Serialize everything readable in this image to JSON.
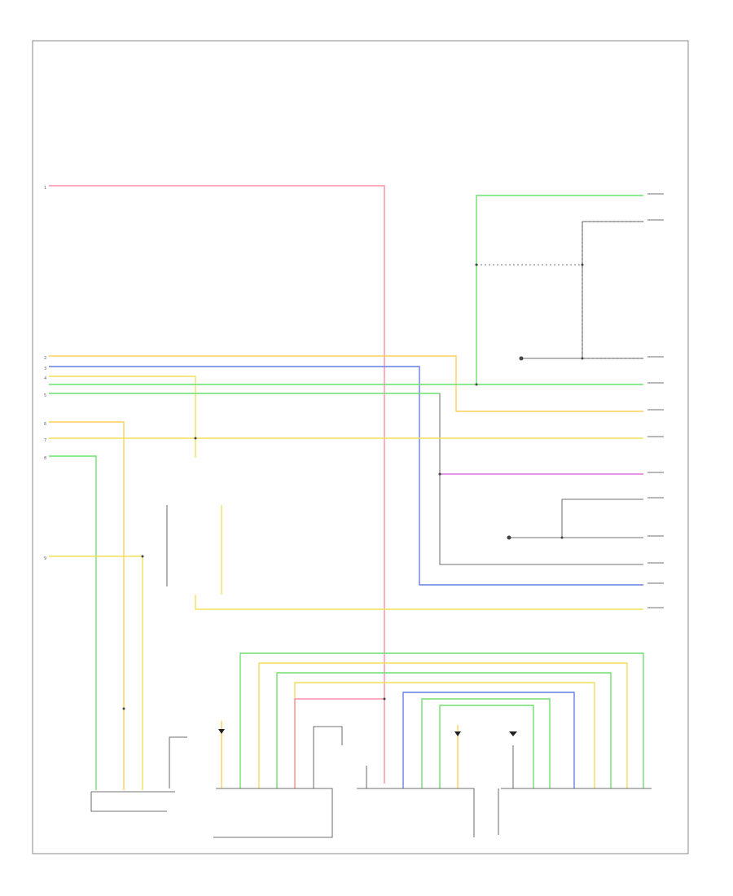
{
  "diagram": {
    "code_label": "",
    "left_pin_numbers": [
      "1",
      "2",
      "3",
      "4",
      "5",
      "6",
      "7",
      "8",
      "9"
    ],
    "connector_labels": {
      "lr_door_module": "",
      "rr_door_module": "",
      "left_door_module": "",
      "right_door_module": "",
      "lr_window": "",
      "rr_window": "",
      "passenger_window_switch": ""
    }
  },
  "colors": {
    "red": "#ff8fa6",
    "orange": "#ffcf5a",
    "yellow": "#f1e05a",
    "blue": "#6a7fe0",
    "green": "#6fe06f",
    "magenta": "#e070e0",
    "gray": "#444444"
  }
}
